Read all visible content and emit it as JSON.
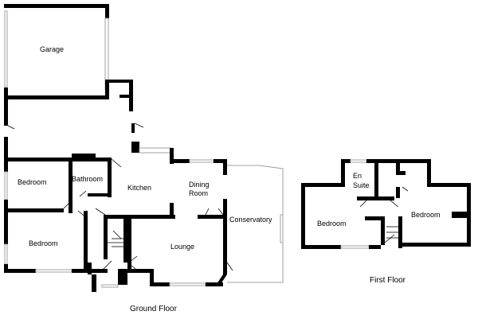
{
  "plan": {
    "ground_floor": {
      "caption": "Ground Floor",
      "rooms": {
        "garage": "Garage",
        "bedroom_upper": "Bedroom",
        "bathroom": "Bathroom",
        "kitchen": "Kitchen",
        "dining_line1": "Dining",
        "dining_line2": "Room",
        "conservatory": "Conservatory",
        "bedroom_lower": "Bedroom",
        "lounge": "Lounge"
      }
    },
    "first_floor": {
      "caption": "First Floor",
      "rooms": {
        "en_suite_line1": "En",
        "en_suite_line2": "Suite",
        "bedroom_left": "Bedroom",
        "bedroom_right": "Bedroom"
      }
    }
  },
  "colors": {
    "wall": "#000000",
    "glazing": "#a0a0a0",
    "background": "#ffffff"
  }
}
